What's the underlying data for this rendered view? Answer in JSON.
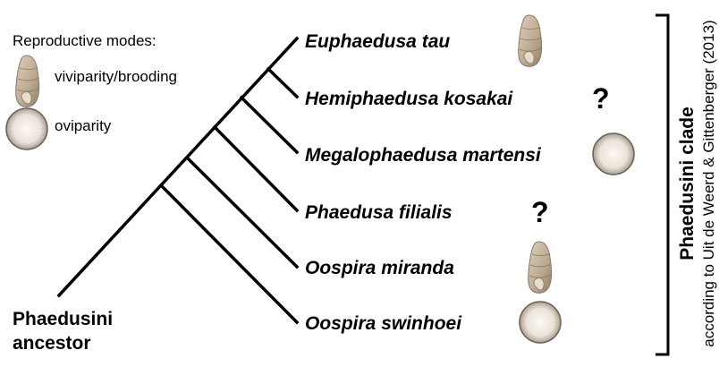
{
  "legend": {
    "title": "Reproductive modes:",
    "items": [
      {
        "label": "viviparity/brooding",
        "icon": "snail-shell-icon"
      },
      {
        "label": "oviparity",
        "icon": "egg-icon"
      }
    ]
  },
  "ancestor": {
    "line1": "Phaedusini",
    "line2": "ancestor"
  },
  "taxa": [
    {
      "name": "Euphaedusa tau",
      "mode": "viviparity/brooding",
      "icon": "snail-shell-icon"
    },
    {
      "name": "Hemiphaedusa kosakai",
      "mode": "unknown",
      "icon": "question-mark",
      "mark": "?"
    },
    {
      "name": "Megalophaedusa martensi",
      "mode": "oviparity",
      "icon": "egg-icon"
    },
    {
      "name": "Phaedusa filialis",
      "mode": "unknown",
      "icon": "question-mark",
      "mark": "?"
    },
    {
      "name": "Oospira miranda",
      "mode": "viviparity/brooding",
      "icon": "snail-shell-icon"
    },
    {
      "name": "Oospira swinhoei",
      "mode": "oviparity",
      "icon": "egg-icon"
    }
  ],
  "clade": {
    "title": "Phaedusini clade",
    "subtitle": "according to Uit de Weerd & Gittenberger (2013)"
  },
  "colors": {
    "line": "#000000",
    "shell": "#c8b7a0",
    "shell_dark": "#8a7866",
    "egg": "#efe9e1",
    "egg_rim": "#6b6158"
  }
}
